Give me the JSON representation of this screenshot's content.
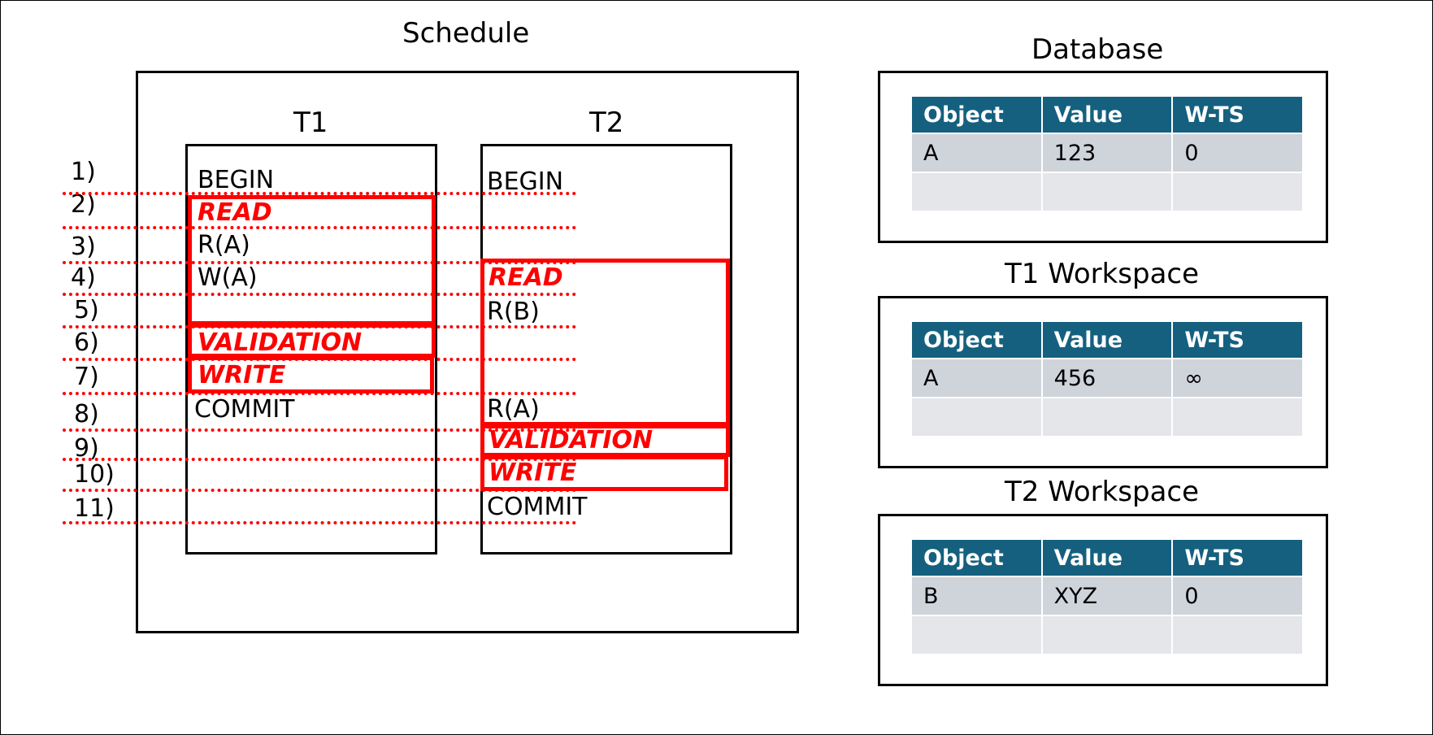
{
  "schedule": {
    "title": "Schedule",
    "t1_header": "T1",
    "t2_header": "T2",
    "steps": [
      "1)",
      "2)",
      "3)",
      "4)",
      "5)",
      "6)",
      "7)",
      "8)",
      "9)",
      "10)",
      "11)"
    ],
    "t1_ops": {
      "begin": "BEGIN",
      "ra": "R(A)",
      "wa": "W(A)",
      "commit": "COMMIT"
    },
    "t2_ops": {
      "begin": "BEGIN",
      "rb": "R(B)",
      "ra": "R(A)",
      "commit": "COMMIT"
    },
    "phases": {
      "read": "READ",
      "validation": "VALIDATION",
      "write": "WRITE"
    }
  },
  "database": {
    "title": "Database",
    "headers": [
      "Object",
      "Value",
      "W-TS"
    ],
    "rows": [
      [
        "A",
        "123",
        "0"
      ],
      [
        "",
        "",
        ""
      ]
    ]
  },
  "t1_workspace": {
    "title": "T1 Workspace",
    "headers": [
      "Object",
      "Value",
      "W-TS"
    ],
    "rows": [
      [
        "A",
        "456",
        "∞"
      ],
      [
        "",
        "",
        ""
      ]
    ]
  },
  "t2_workspace": {
    "title": "T2 Workspace",
    "headers": [
      "Object",
      "Value",
      "W-TS"
    ],
    "rows": [
      [
        "B",
        "XYZ",
        "0"
      ],
      [
        "",
        "",
        ""
      ]
    ]
  },
  "colors": {
    "phase_red": "#ff0000",
    "header_blue": "#15607f",
    "row_gray": "#cfd3da",
    "row_light": "#e4e6ea"
  }
}
